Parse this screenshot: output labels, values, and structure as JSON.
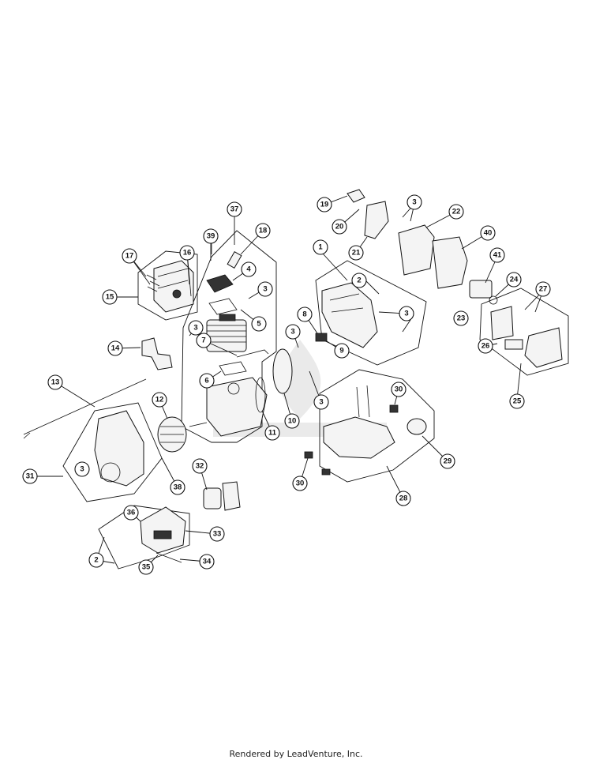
{
  "footer": {
    "text": "Rendered by LeadVenture, Inc."
  },
  "callouts": [
    {
      "label": "1"
    },
    {
      "label": "2"
    },
    {
      "label": "3"
    },
    {
      "label": "3"
    },
    {
      "label": "3"
    },
    {
      "label": "3"
    },
    {
      "label": "3"
    },
    {
      "label": "3"
    },
    {
      "label": "4"
    },
    {
      "label": "5"
    },
    {
      "label": "6"
    },
    {
      "label": "7"
    },
    {
      "label": "8"
    },
    {
      "label": "9"
    },
    {
      "label": "10"
    },
    {
      "label": "11"
    },
    {
      "label": "12"
    },
    {
      "label": "13"
    },
    {
      "label": "14"
    },
    {
      "label": "15"
    },
    {
      "label": "16"
    },
    {
      "label": "17"
    },
    {
      "label": "18"
    },
    {
      "label": "19"
    },
    {
      "label": "20"
    },
    {
      "label": "21"
    },
    {
      "label": "22"
    },
    {
      "label": "23"
    },
    {
      "label": "24"
    },
    {
      "label": "25"
    },
    {
      "label": "26"
    },
    {
      "label": "27"
    },
    {
      "label": "28"
    },
    {
      "label": "29"
    },
    {
      "label": "30"
    },
    {
      "label": "30"
    },
    {
      "label": "31"
    },
    {
      "label": "32"
    },
    {
      "label": "33"
    },
    {
      "label": "34"
    },
    {
      "label": "35"
    },
    {
      "label": "36"
    },
    {
      "label": "37"
    },
    {
      "label": "38"
    },
    {
      "label": "39"
    },
    {
      "label": "40"
    },
    {
      "label": "41"
    },
    {
      "label": "2"
    },
    {
      "label": "3"
    }
  ]
}
